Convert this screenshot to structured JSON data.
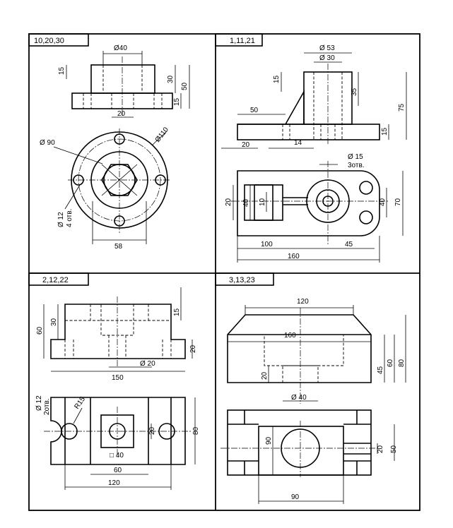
{
  "panels": [
    {
      "label": "10,20,30",
      "dimensions": {
        "d40": "Ø40",
        "h15": "15",
        "h30": "30",
        "h50": "50",
        "h15b": "15",
        "w20": "20",
        "d90": "Ø 90",
        "d110": "Ø110",
        "d12": "Ø 12",
        "holes": "4 отв.",
        "w58": "58"
      }
    },
    {
      "label": "1,11,21",
      "dimensions": {
        "d53": "Ø 53",
        "d30": "Ø 30",
        "h15": "15",
        "h35": "35",
        "h75": "75",
        "w50": "50",
        "h15b": "15",
        "w20": "20",
        "w14": "14",
        "d15": "Ø 15",
        "hole": "3отв.",
        "h20": "20",
        "h40a": "40",
        "h10": "10",
        "h40b": "40",
        "h70": "70",
        "w100": "100",
        "w45": "45",
        "w160": "160"
      }
    },
    {
      "label": "2,12,22",
      "dimensions": {
        "h15": "15",
        "h30": "30",
        "h60": "60",
        "h20": "20",
        "d20": "Ø 20",
        "w150": "150",
        "d12": "Ø 12",
        "holes": "2отв.",
        "r15": "R15",
        "h20b": "20",
        "h80": "80",
        "sq40": "□ 40",
        "w60": "60",
        "w120": "120"
      }
    },
    {
      "label": "3,13,23",
      "dimensions": {
        "w120": "120",
        "w160": "160",
        "h45": "45",
        "h60": "60",
        "h80": "80",
        "h20": "20",
        "d40": "Ø 40",
        "d90": "90",
        "h20b": "20",
        "h50": "50",
        "w90": "90"
      }
    }
  ]
}
